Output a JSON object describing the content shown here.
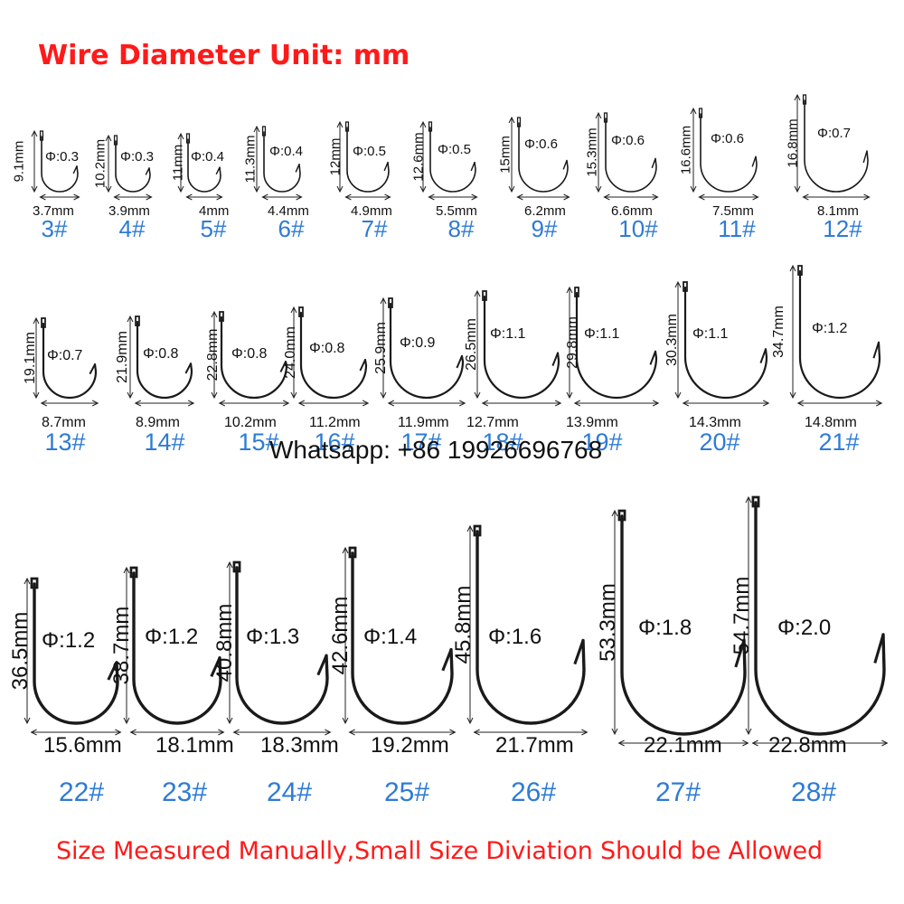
{
  "header": {
    "title": "Wire Diameter Unit: mm"
  },
  "footer": {
    "note": "Size Measured Manually,Small Size Diviation Should be Allowed"
  },
  "watermark": {
    "text": "Whatsapp: +86 19926696768"
  },
  "colors": {
    "title": "#ff1a1a",
    "size_label": "#2e7bd6",
    "hook": "#1a1a1a",
    "text": "#111111"
  },
  "icons": {
    "hook": "fishing-hook-icon",
    "arrow": "dimension-arrow-icon"
  },
  "hooks": [
    {
      "size": "3#",
      "height": "9.1mm",
      "width": "3.7mm",
      "wire": "Φ:0.3"
    },
    {
      "size": "4#",
      "height": "10.2mm",
      "width": "3.9mm",
      "wire": "Φ:0.3"
    },
    {
      "size": "5#",
      "height": "11mm",
      "width": "4mm",
      "wire": "Φ:0.4"
    },
    {
      "size": "6#",
      "height": "11.3mm",
      "width": "4.4mm",
      "wire": "Φ:0.4"
    },
    {
      "size": "7#",
      "height": "12mm",
      "width": "4.9mm",
      "wire": "Φ:0.5"
    },
    {
      "size": "8#",
      "height": "12.6mm",
      "width": "5.5mm",
      "wire": "Φ:0.5"
    },
    {
      "size": "9#",
      "height": "15mm",
      "width": "6.2mm",
      "wire": "Φ:0.6"
    },
    {
      "size": "10#",
      "height": "15.3mm",
      "width": "6.6mm",
      "wire": "Φ:0.6"
    },
    {
      "size": "11#",
      "height": "16.6mm",
      "width": "7.5mm",
      "wire": "Φ:0.6"
    },
    {
      "size": "12#",
      "height": "16.8mm",
      "width": "8.1mm",
      "wire": "Φ:0.7"
    },
    {
      "size": "13#",
      "height": "19.1mm",
      "width": "8.7mm",
      "wire": "Φ:0.7"
    },
    {
      "size": "14#",
      "height": "21.9mm",
      "width": "8.9mm",
      "wire": "Φ:0.8"
    },
    {
      "size": "15#",
      "height": "22.8mm",
      "width": "10.2mm",
      "wire": "Φ:0.8"
    },
    {
      "size": "16#",
      "height": "24.0mm",
      "width": "11.2mm",
      "wire": "Φ:0.8"
    },
    {
      "size": "17#",
      "height": "25.9mm",
      "width": "11.9mm",
      "wire": "Φ:0.9"
    },
    {
      "size": "18#",
      "height": "26.5mm",
      "width": "12.7mm",
      "wire": "Φ:1.1"
    },
    {
      "size": "19#",
      "height": "29.8mm",
      "width": "13.9mm",
      "wire": "Φ:1.1"
    },
    {
      "size": "20#",
      "height": "30.3mm",
      "width": "14.3mm",
      "wire": "Φ:1.1"
    },
    {
      "size": "21#",
      "height": "34.7mm",
      "width": "14.8mm",
      "wire": "Φ:1.2"
    },
    {
      "size": "22#",
      "height": "36.5mm",
      "width": "15.6mm",
      "wire": "Φ:1.2"
    },
    {
      "size": "23#",
      "height": "38.7mm",
      "width": "18.1mm",
      "wire": "Φ:1.2"
    },
    {
      "size": "24#",
      "height": "40.8mm",
      "width": "18.3mm",
      "wire": "Φ:1.3"
    },
    {
      "size": "25#",
      "height": "42.6mm",
      "width": "19.2mm",
      "wire": "Φ:1.4"
    },
    {
      "size": "26#",
      "height": "45.8mm",
      "width": "21.7mm",
      "wire": "Φ:1.6"
    },
    {
      "size": "27#",
      "height": "53.3mm",
      "width": "22.1mm",
      "wire": "Φ:1.8"
    },
    {
      "size": "28#",
      "height": "54.7mm",
      "width": "22.8mm",
      "wire": "Φ:2.0"
    }
  ]
}
